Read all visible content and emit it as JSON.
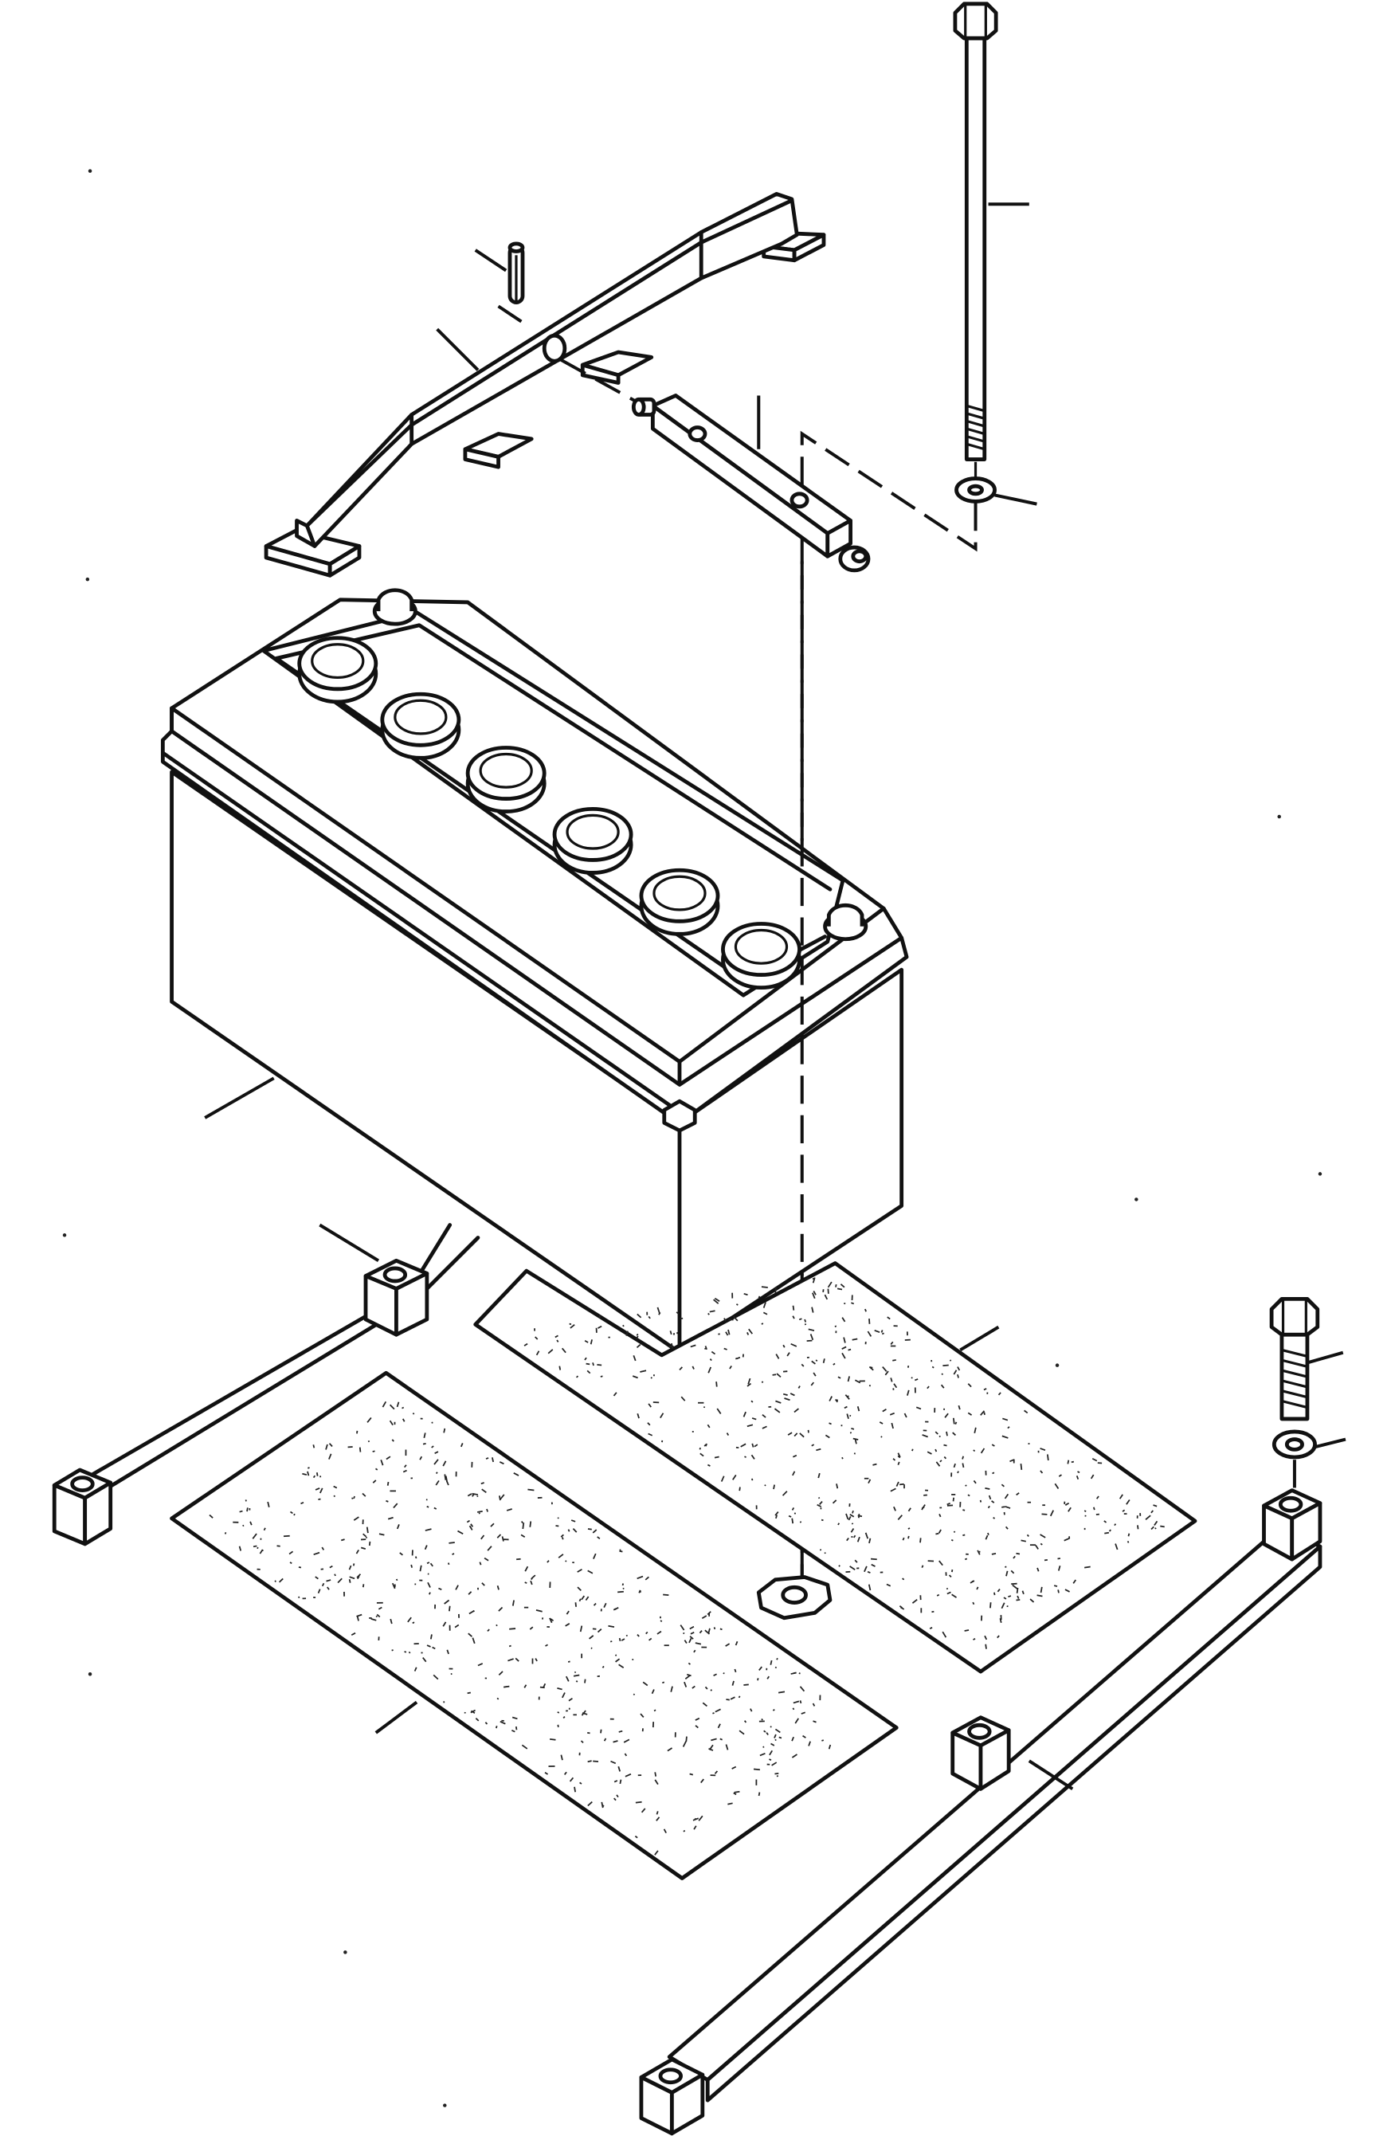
{
  "diagram": {
    "kind": "exploded-parts-view",
    "parts": [
      {
        "id": "battery",
        "icon": "battery-icon"
      },
      {
        "id": "hold-down-bar",
        "icon": "bar-icon"
      },
      {
        "id": "roll-pin",
        "icon": "pin-icon"
      },
      {
        "id": "clamp-block",
        "icon": "block-icon"
      },
      {
        "id": "long-bolt",
        "icon": "bolt-icon"
      },
      {
        "id": "lock-washer-top",
        "icon": "washer-icon"
      },
      {
        "id": "pad-left",
        "icon": "pad-icon"
      },
      {
        "id": "pad-right",
        "icon": "pad-icon"
      },
      {
        "id": "support-rail-left",
        "icon": "rail-icon"
      },
      {
        "id": "support-rail-right",
        "icon": "rail-icon"
      },
      {
        "id": "short-bolt",
        "icon": "bolt-icon"
      },
      {
        "id": "lock-washer-bottom",
        "icon": "washer-icon"
      },
      {
        "id": "weld-nut",
        "icon": "nut-icon"
      }
    ],
    "colors": {
      "ink": "#111111",
      "paper": "#ffffff"
    }
  }
}
